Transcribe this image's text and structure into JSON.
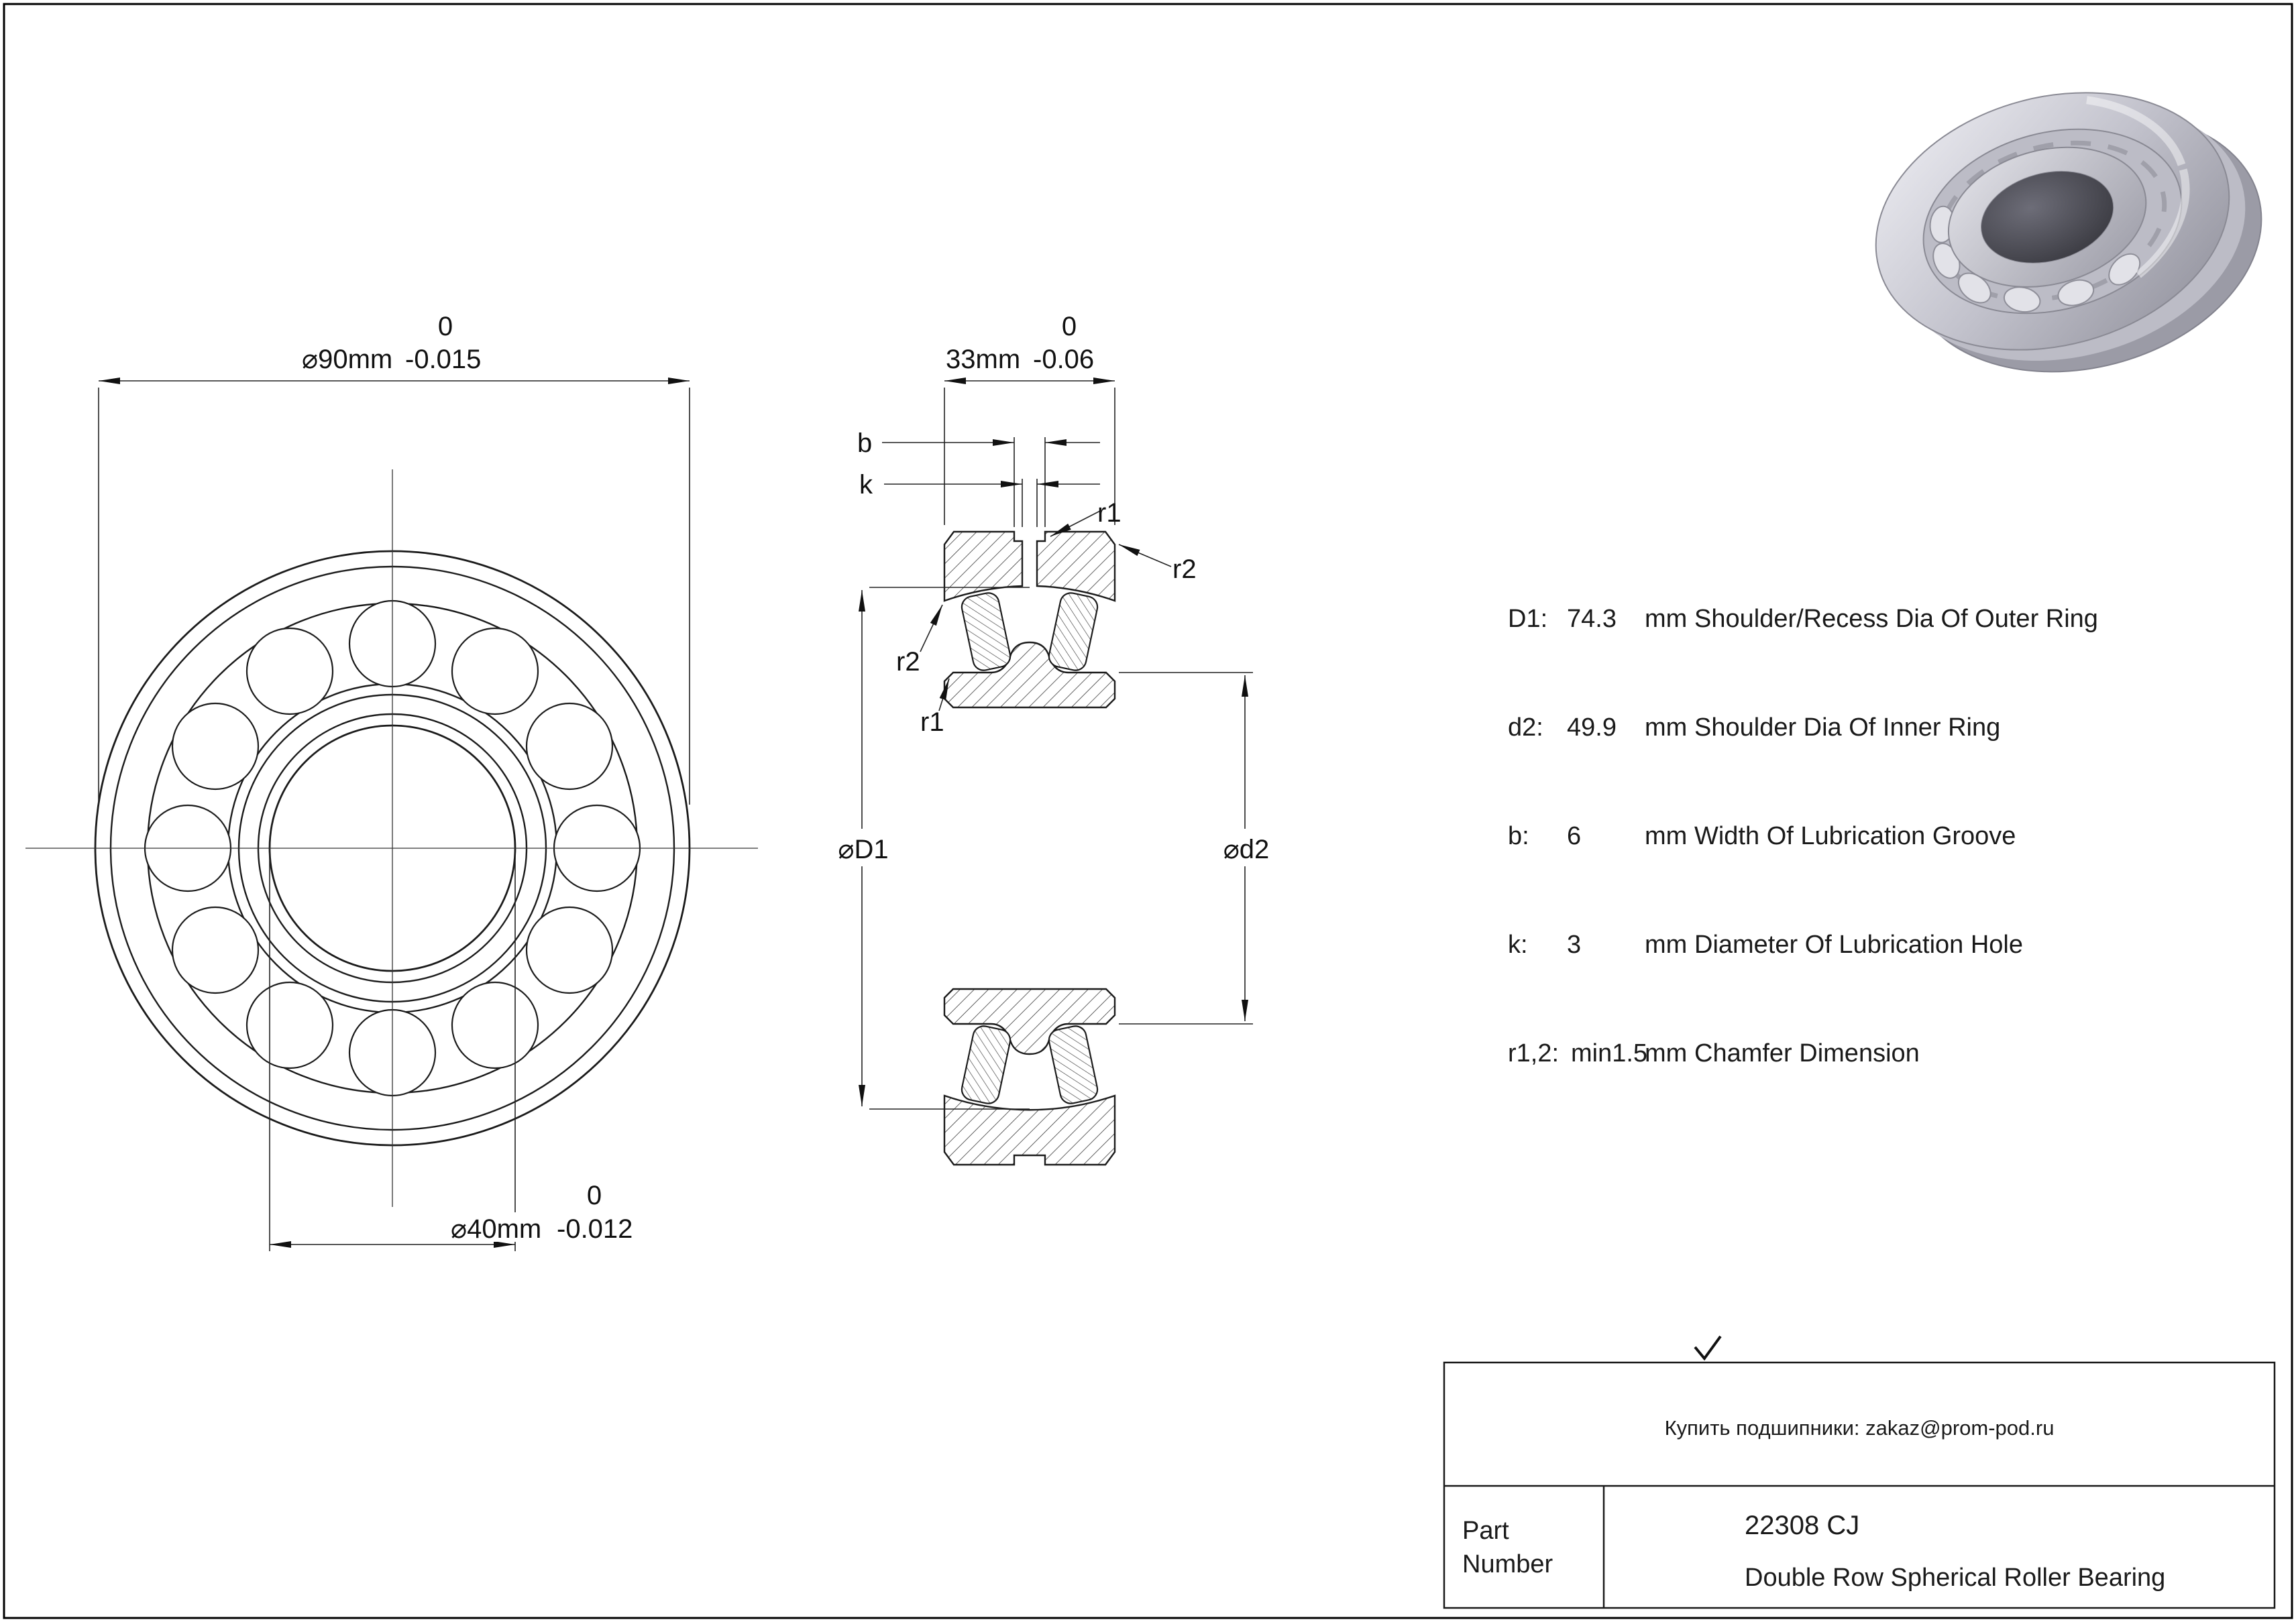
{
  "colors": {
    "ink": "#1b1b1b",
    "background": "#ffffff"
  },
  "front_view": {
    "outer_dim": {
      "value": "⌀90mm",
      "tol_upper": "0",
      "tol_lower": "-0.015"
    },
    "bore_dim": {
      "value": "⌀40mm",
      "tol_upper": "0",
      "tol_lower": "-0.012"
    }
  },
  "section_view": {
    "width_dim": {
      "value": "33mm",
      "tol_upper": "0",
      "tol_lower": "-0.06"
    },
    "groove_label": "b",
    "hole_label": "k",
    "chamfer_r1": "r1",
    "chamfer_r2": "r2",
    "outer_recess_dia_label": "⌀D1",
    "inner_shoulder_dia_label": "⌀d2"
  },
  "specs": {
    "rows": [
      {
        "param": "D1:",
        "value": "74.3",
        "unit": "mm",
        "desc": "Shoulder/Recess Dia Of Outer Ring"
      },
      {
        "param": "d2:",
        "value": "49.9",
        "unit": "mm",
        "desc": "Shoulder Dia Of Inner Ring"
      },
      {
        "param": "b:",
        "value": "6",
        "unit": "mm",
        "desc": "Width Of Lubrication Groove"
      },
      {
        "param": "k:",
        "value": "3",
        "unit": "mm",
        "desc": "Diameter Of Lubrication Hole"
      },
      {
        "param": "r1,2:",
        "value": "min1.5",
        "unit": "mm",
        "desc": "Chamfer Dimension"
      }
    ]
  },
  "title_block": {
    "contact": "Купить подшипники: zakaz@prom-pod.ru",
    "part_label_line1": "Part",
    "part_label_line2": "Number",
    "part_number": "22308 CJ",
    "description": "Double Row Spherical Roller Bearing"
  }
}
